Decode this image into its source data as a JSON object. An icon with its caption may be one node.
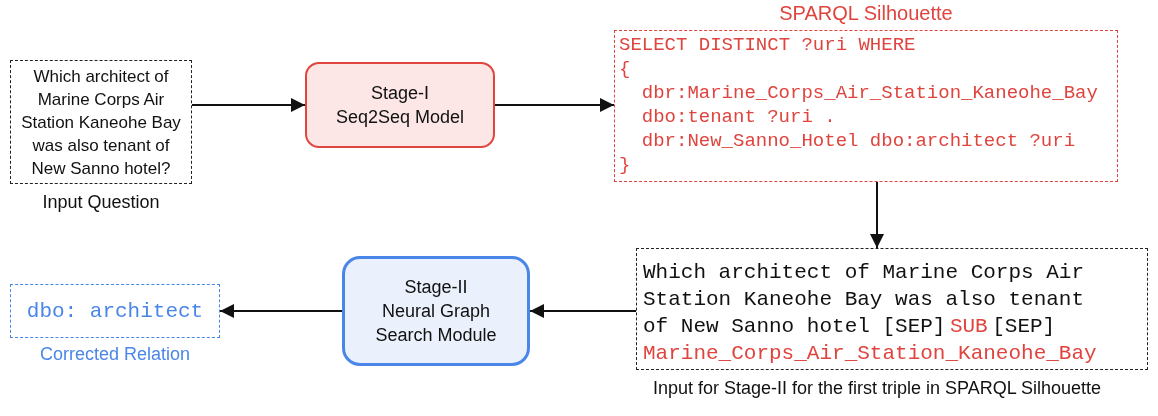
{
  "diagram": {
    "nodes": [
      {
        "text": [
          "Which architect of Marine Corps Air Station Kaneohe Bay was also tenant of New Sanno hotel?"
        ],
        "beside": [
          "Input Question"
        ]
      },
      {
        "text": [
          "Stage-I",
          "Seq2Seq Model"
        ]
      },
      {
        "text": [
          "SPARQL Silhouette",
          "SELECT DISTINCT ?uri WHERE",
          "{",
          "dbr:Marine_Corps_Air_Station_Kaneohe_Bay dbo:tenant ?uri .",
          "dbr:New_Sanno_Hotel dbo:architect ?uri",
          "}"
        ]
      },
      {
        "text": [
          "Which architect of Marine Corps Air Station Kaneohe Bay was also tenant of New Sanno hotel [SEP]",
          "SUB",
          "[SEP]",
          "Marine_Corps_Air_Station_Kaneohe_Bay"
        ],
        "beside": [
          "Input for Stage-II for the first triple in SPARQL Silhouette"
        ]
      },
      {
        "text": [
          "Stage-II",
          "Neural Graph Search Module"
        ]
      },
      {
        "text": [
          "dbo: architect"
        ],
        "beside": [
          "Corrected Relation"
        ]
      }
    ],
    "edges": [
      {
        "from": 0,
        "to": 1,
        "arrow": "to"
      },
      {
        "from": 1,
        "to": 2,
        "arrow": "to"
      },
      {
        "from": 2,
        "to": 3,
        "arrow": "to"
      },
      {
        "from": 3,
        "to": 4,
        "arrow": "to"
      },
      {
        "from": 4,
        "to": 5,
        "arrow": "to"
      }
    ]
  }
}
